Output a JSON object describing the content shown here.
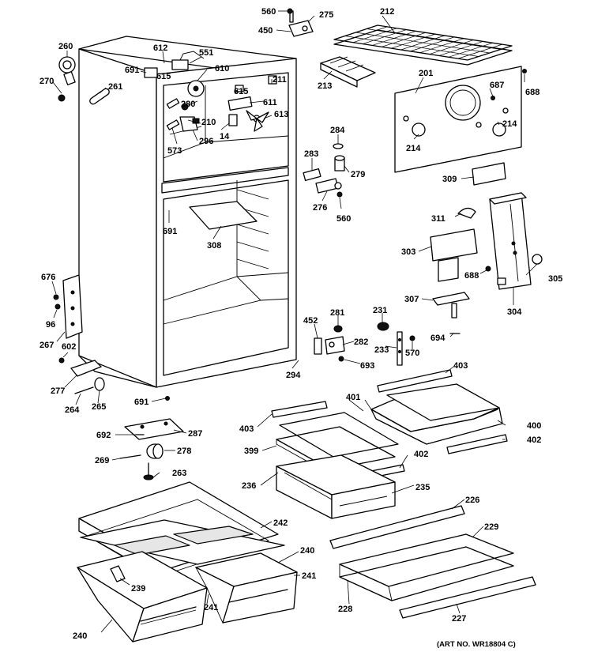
{
  "art_number": "(ART NO. WR18804 C)",
  "labels": [
    {
      "id": "560a",
      "text": "560"
    },
    {
      "id": "275",
      "text": "275"
    },
    {
      "id": "212",
      "text": "212"
    },
    {
      "id": "450",
      "text": "450"
    },
    {
      "id": "260",
      "text": "260"
    },
    {
      "id": "612",
      "text": "612"
    },
    {
      "id": "551",
      "text": "551"
    },
    {
      "id": "691a",
      "text": "691"
    },
    {
      "id": "615a",
      "text": "615"
    },
    {
      "id": "610",
      "text": "610"
    },
    {
      "id": "270",
      "text": "270"
    },
    {
      "id": "261",
      "text": "261"
    },
    {
      "id": "213",
      "text": "213"
    },
    {
      "id": "201",
      "text": "201"
    },
    {
      "id": "687",
      "text": "687"
    },
    {
      "id": "688a",
      "text": "688"
    },
    {
      "id": "615b",
      "text": "615"
    },
    {
      "id": "211",
      "text": "211"
    },
    {
      "id": "280",
      "text": "280"
    },
    {
      "id": "611",
      "text": "611"
    },
    {
      "id": "613",
      "text": "613"
    },
    {
      "id": "210",
      "text": "210"
    },
    {
      "id": "14",
      "text": "14"
    },
    {
      "id": "296",
      "text": "296"
    },
    {
      "id": "573",
      "text": "573"
    },
    {
      "id": "284",
      "text": "284"
    },
    {
      "id": "214a",
      "text": "214"
    },
    {
      "id": "214b",
      "text": "214"
    },
    {
      "id": "283",
      "text": "283"
    },
    {
      "id": "279",
      "text": "279"
    },
    {
      "id": "276",
      "text": "276"
    },
    {
      "id": "560b",
      "text": "560"
    },
    {
      "id": "309",
      "text": "309"
    },
    {
      "id": "311",
      "text": "311"
    },
    {
      "id": "691b",
      "text": "691"
    },
    {
      "id": "308",
      "text": "308"
    },
    {
      "id": "303",
      "text": "303"
    },
    {
      "id": "688b",
      "text": "688"
    },
    {
      "id": "305",
      "text": "305"
    },
    {
      "id": "304",
      "text": "304"
    },
    {
      "id": "676",
      "text": "676"
    },
    {
      "id": "96",
      "text": "96"
    },
    {
      "id": "307",
      "text": "307"
    },
    {
      "id": "231",
      "text": "231"
    },
    {
      "id": "281",
      "text": "281"
    },
    {
      "id": "452",
      "text": "452"
    },
    {
      "id": "694",
      "text": "694"
    },
    {
      "id": "267",
      "text": "267"
    },
    {
      "id": "602",
      "text": "602"
    },
    {
      "id": "282",
      "text": "282"
    },
    {
      "id": "233",
      "text": "233"
    },
    {
      "id": "570",
      "text": "570"
    },
    {
      "id": "693",
      "text": "693"
    },
    {
      "id": "294",
      "text": "294"
    },
    {
      "id": "403a",
      "text": "403"
    },
    {
      "id": "277",
      "text": "277"
    },
    {
      "id": "691c",
      "text": "691"
    },
    {
      "id": "264",
      "text": "264"
    },
    {
      "id": "265",
      "text": "265"
    },
    {
      "id": "401",
      "text": "401"
    },
    {
      "id": "403b",
      "text": "403"
    },
    {
      "id": "400",
      "text": "400"
    },
    {
      "id": "287",
      "text": "287"
    },
    {
      "id": "692",
      "text": "692"
    },
    {
      "id": "402a",
      "text": "402"
    },
    {
      "id": "399",
      "text": "399"
    },
    {
      "id": "269",
      "text": "269"
    },
    {
      "id": "278",
      "text": "278"
    },
    {
      "id": "402b",
      "text": "402"
    },
    {
      "id": "263",
      "text": "263"
    },
    {
      "id": "236",
      "text": "236"
    },
    {
      "id": "235",
      "text": "235"
    },
    {
      "id": "226",
      "text": "226"
    },
    {
      "id": "242",
      "text": "242"
    },
    {
      "id": "229",
      "text": "229"
    },
    {
      "id": "240a",
      "text": "240"
    },
    {
      "id": "241a",
      "text": "241"
    },
    {
      "id": "239",
      "text": "239"
    },
    {
      "id": "241b",
      "text": "241"
    },
    {
      "id": "228",
      "text": "228"
    },
    {
      "id": "240b",
      "text": "240"
    },
    {
      "id": "227",
      "text": "227"
    }
  ]
}
